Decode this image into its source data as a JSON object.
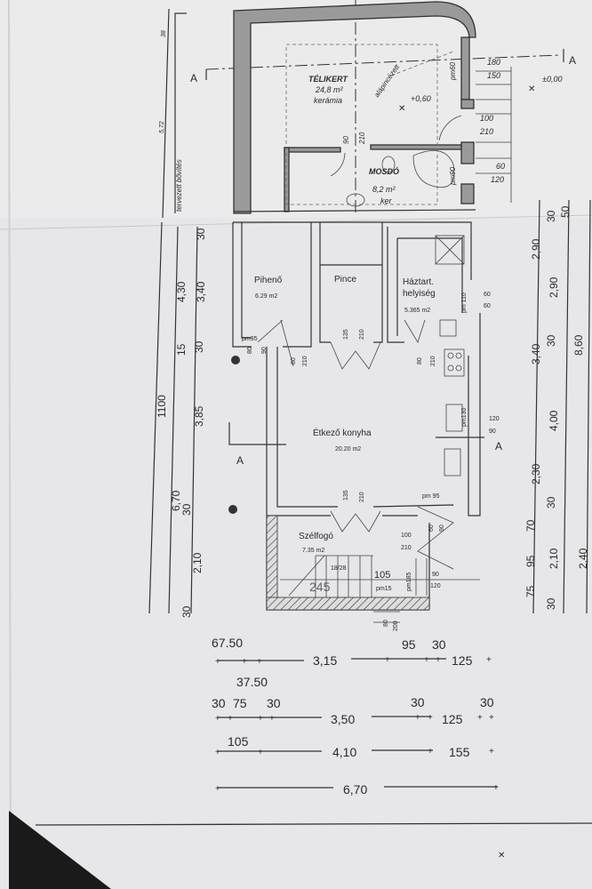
{
  "upper": {
    "telikert": {
      "name": "TÉLIKERT",
      "area": "24,8 m²",
      "finish": "kerámia"
    },
    "mosdo": {
      "name": "MOSDÓ",
      "area": "8,2 m²",
      "finish": "ker"
    },
    "alapinceze": "alápincézett",
    "level_upper": "+0,60",
    "level_outside": "±0,00",
    "door_labels": [
      "90",
      "210",
      "pm60",
      "pm90"
    ],
    "right_labels": [
      "180",
      "150",
      "100",
      "210",
      "60",
      "120"
    ],
    "section_mark": "A",
    "left_dim": {
      "label": "tervezett bővítés",
      "d1": "5,72",
      "d2": "38"
    }
  },
  "rooms": {
    "piheno": {
      "name": "Pihenő",
      "area": "6.29 m2"
    },
    "pince": {
      "name": "Pince"
    },
    "haztart": {
      "name1": "Háztart.",
      "name2": "helyiség",
      "area": "5.365 m2"
    },
    "etkezo": {
      "name": "Étkező konyha",
      "area": "20.20 m2"
    },
    "szelfogo": {
      "name": "Szélfogó",
      "area": "7.35 m2"
    }
  },
  "openings": {
    "pm95_a": "pm95",
    "d80a": "80",
    "d90a": "90",
    "d80b": "80",
    "d210b": "210",
    "d135a": "135",
    "d210c": "210",
    "d80c": "80",
    "d210d": "210",
    "pm110": "pm 110",
    "w60a": "60",
    "w60b": "60",
    "w120": "120",
    "w90": "90",
    "pm130": "pm130",
    "d135b": "135",
    "d210e": "210",
    "pm95_b": "pm 95",
    "d60": "60",
    "d90b": "90",
    "d100": "100",
    "d210f": "210",
    "stair": "18/28",
    "stair_len": "245",
    "d105": "105",
    "pm15": "pm15",
    "pm185": "pm185",
    "w90b": "90",
    "w120b": "120",
    "d80d": "80",
    "d200": "200",
    "section_a": "A"
  },
  "dims_left": [
    "1100",
    "6,70",
    "4,30",
    "15",
    "30",
    "3,40",
    "3,85",
    "30",
    "30",
    "2,10",
    "30"
  ],
  "dims_right": [
    "2,90",
    "50",
    "30",
    "2,90",
    "3,40",
    "30",
    "8,60",
    "4,00",
    "2,30",
    "30",
    "70",
    "95",
    "75",
    "2,10",
    "30",
    "2,40"
  ],
  "dims_bottom": {
    "row1": [
      "67.50",
      "37.50",
      "3,15",
      "95",
      "30",
      "125"
    ],
    "row2": [
      "30",
      "75",
      "30",
      "3,50",
      "30",
      "125",
      "30"
    ],
    "row3": [
      "105",
      "4,10",
      "155"
    ],
    "row4": [
      "6,70"
    ]
  }
}
